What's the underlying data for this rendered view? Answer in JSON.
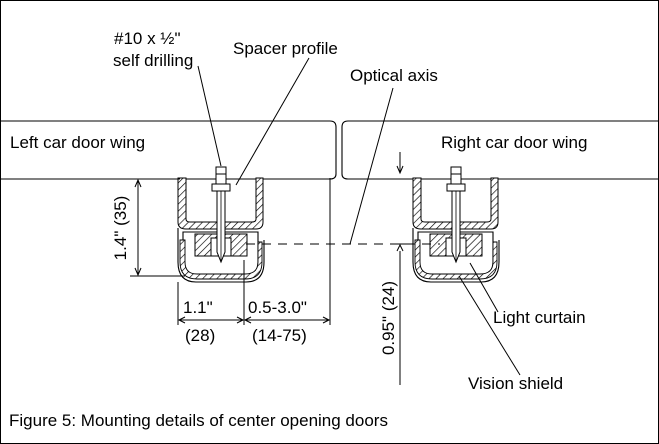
{
  "labels": {
    "screw_line1": "#10 x ½\"",
    "screw_line2": "self drilling",
    "spacer_profile": "Spacer profile",
    "optical_axis": "Optical axis",
    "left_wing": "Left car door wing",
    "right_wing": "Right car door wing",
    "light_curtain": "Light curtain",
    "vision_shield": "Vision shield"
  },
  "dimensions": {
    "height_profile": "1.4\" (35)",
    "width_inch": "1.1\"",
    "width_mm": "(28)",
    "gap_inch": "0.5-3.0\"",
    "gap_mm": "(14-75)",
    "axis_height": "0.95\" (24)"
  },
  "caption": "Figure 5: Mounting details of center opening doors"
}
